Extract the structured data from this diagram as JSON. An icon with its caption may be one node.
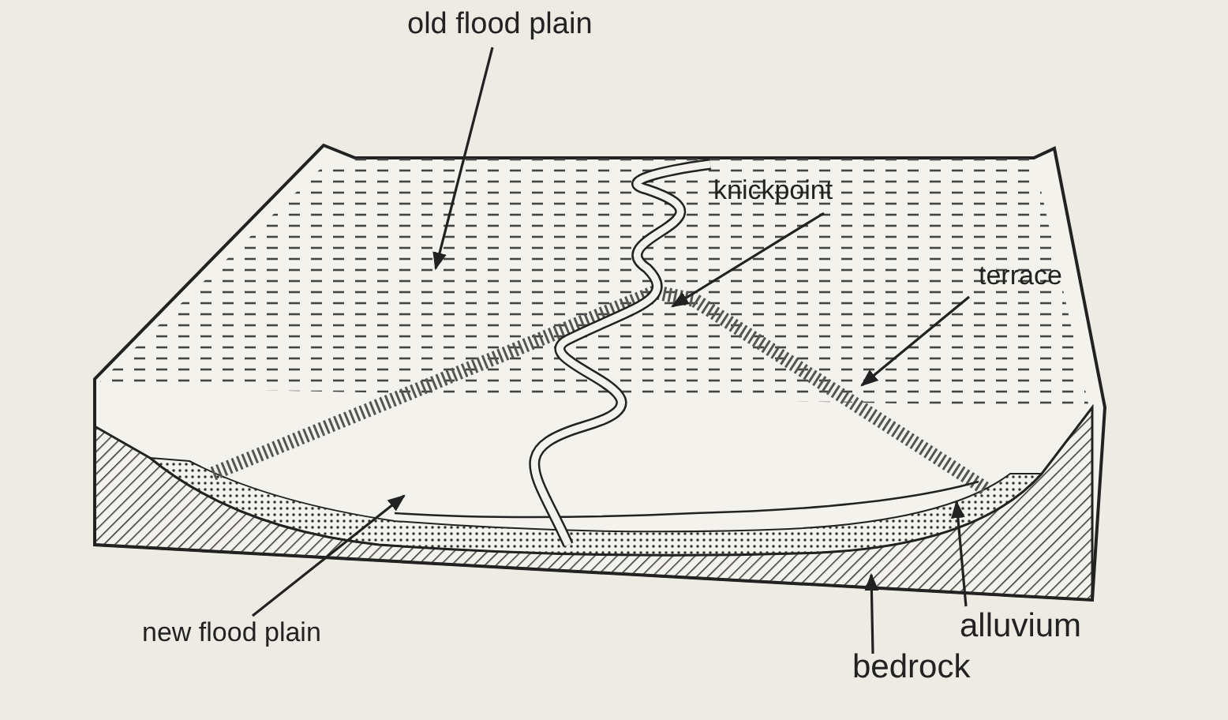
{
  "diagram": {
    "nodes": [
      {
        "text": [
          "old flood plain"
        ]
      },
      {
        "text": [
          "knickpoint"
        ]
      },
      {
        "text": [
          "terrace"
        ]
      },
      {
        "text": [
          "new flood plain"
        ]
      },
      {
        "text": [
          "alluvium"
        ]
      },
      {
        "text": [
          "bedrock"
        ]
      }
    ],
    "edges": [
      {
        "from": 0,
        "to": null,
        "arrow": "to"
      },
      {
        "from": 1,
        "to": null,
        "arrow": "to"
      },
      {
        "from": 2,
        "to": null,
        "arrow": "to"
      },
      {
        "from": 3,
        "to": null,
        "arrow": "to"
      },
      {
        "from": 4,
        "to": null,
        "arrow": "to"
      },
      {
        "from": 5,
        "to": null,
        "arrow": "to"
      }
    ]
  }
}
